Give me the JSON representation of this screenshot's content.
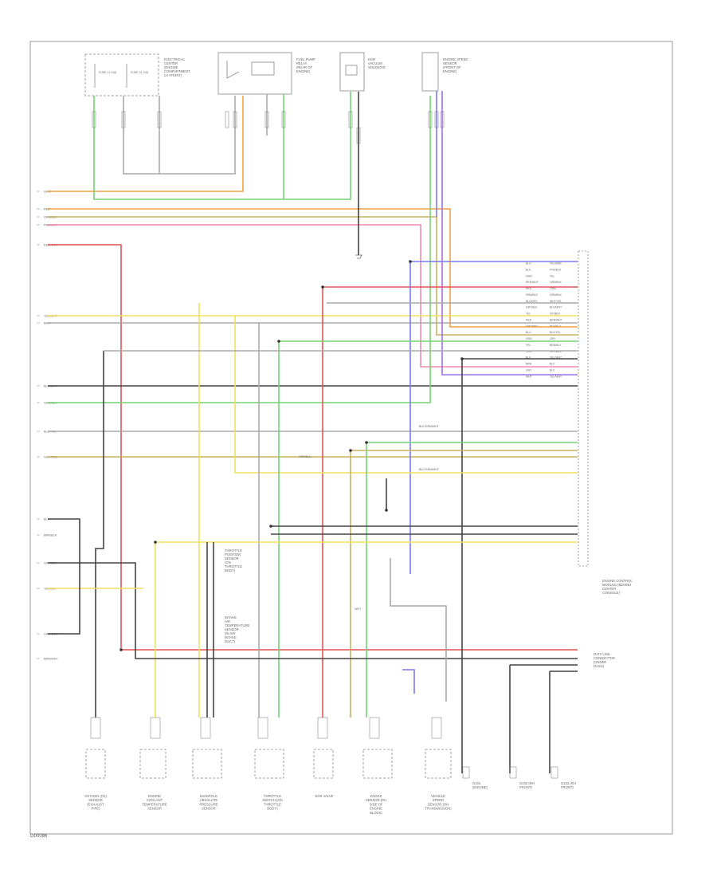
{
  "diagram": {
    "figure_id": "G00086",
    "top_components": [
      {
        "key": "elec_fuse_box",
        "label": "ELECTRICAL CENTER (ENGINE COMPARTMENT, LH FRONT)",
        "fuse_labels": [
          "FUSE 14 15A",
          "FUSE 31 10A"
        ]
      },
      {
        "key": "fuel_relay",
        "label": "FUEL PUMP RELAY (REAR OF ENGINE)"
      },
      {
        "key": "egr_vacuum_sol",
        "label": "EGR VACUUM SOLENOID"
      },
      {
        "key": "engine_speed_sensor",
        "label": "ENGINE SPEED SENSOR (FRONT OF ENGINE)"
      }
    ],
    "left_wire_labels": [
      "GRN",
      "RED",
      "ORN/BLK",
      "PNK/WHT",
      "RED/WHT",
      "YEL/WHT",
      "BRN",
      "BLK/WHT",
      "GRN/BLK",
      "BLU/YEL",
      "GRY/RED",
      "BLK",
      "BRN/BLK",
      "GRY/BLK",
      "YEL/BLK",
      "GRY/WHT",
      "BRN/WHT"
    ],
    "right_connector": {
      "label": "ENGINE CONTROL MODULE (BEHIND CENTER CONSOLE)",
      "pins": [
        {
          "wire": "BLU",
          "color": "YEL/BRN"
        },
        {
          "wire": "BLK",
          "color": "PNK/BLK"
        },
        {
          "wire": "GRN",
          "color": "YEL"
        },
        {
          "wire": "RED/WHT",
          "color": "ORN/BLK"
        },
        {
          "wire": "RED",
          "color": "GRN"
        },
        {
          "wire": "GRN/BLK",
          "color": "GRN/BLK"
        },
        {
          "wire": "BLU/GRY",
          "color": "WHT/YEL"
        },
        {
          "wire": "GRY/BLK",
          "color": "BLK/WHT"
        },
        {
          "wire": "YEL",
          "color": "VIO/BLK"
        },
        {
          "wire": "RED",
          "color": "BRN/WHT"
        },
        {
          "wire": "GRN/RED",
          "color": "PNK/BLK"
        },
        {
          "wire": "BLU",
          "color": "BLK/YEL"
        },
        {
          "wire": "GRN",
          "color": "GRY"
        },
        {
          "wire": "YEL",
          "color": "BRN/BLK"
        },
        {
          "wire": "ORN",
          "color": "GRY/BLK"
        },
        {
          "wire": "BLK",
          "color": "YEL/WHT"
        },
        {
          "wire": "BRN",
          "color": "BLK"
        },
        {
          "wire": "GRY",
          "color": "BLK"
        },
        {
          "wire": "WHT",
          "color": "YEL/WHT"
        }
      ]
    },
    "mid_labels": {
      "shield_1": "BLK/GRN/WHT",
      "shield_2": "BLK/GRN/WHT",
      "orn_blk": "ORN/BLK",
      "wht": "WHT"
    },
    "mid_components": [
      {
        "key": "ect_sensor",
        "label": "THROTTLE POSITION SENSOR (ON THROTTLE BODY)"
      },
      {
        "key": "iat_sensor",
        "label": "INTAKE AIR TEMPERATURE SENSOR (IN AIR INTAKE DUCT)"
      }
    ],
    "bottom_components": [
      {
        "key": "o2_sensor",
        "label": "OXYGEN (O2) SENSOR (EXHAUST PIPE)"
      },
      {
        "key": "engine_coolant",
        "label": "ENGINE COOLANT TEMPERATURE SENSOR"
      },
      {
        "key": "manifold_pressure",
        "label": "MANIFOLD ABSOLUTE PRESSURE SENSOR"
      },
      {
        "key": "throttle_sw",
        "label": "THROTTLE SWITCH (ON THROTTLE BODY)"
      },
      {
        "key": "egr_valve",
        "label": "EGR VALVE"
      },
      {
        "key": "knock_sensor",
        "label": "KNOCK SENSOR (RH SIDE OF ENGINE BLOCK)"
      },
      {
        "key": "vehicle_speed",
        "label": "VEHICLE SPEED SENSOR (ON TRANSMISSION)"
      },
      {
        "key": "data_link",
        "label": "DATA LINK CONNECTOR"
      }
    ],
    "right_lower_label": "DATA LINK CONNECTOR (UNDER DASH)",
    "grounds": [
      {
        "label": "G101 (ENGINE)"
      },
      {
        "label": "G102 (RH FRONT)"
      },
      {
        "label": "G103 (RH FRONT)"
      }
    ],
    "colors": {
      "frame": "#999999",
      "red": "#e05555",
      "orange": "#f2a047",
      "pink": "#f08ab0",
      "yellow": "#f0e060",
      "green": "#74d474",
      "blue": "#7b7bee",
      "purple": "#a070e0",
      "black": "#444444",
      "gray": "#aaaaaa",
      "tan": "#c9b060"
    }
  }
}
